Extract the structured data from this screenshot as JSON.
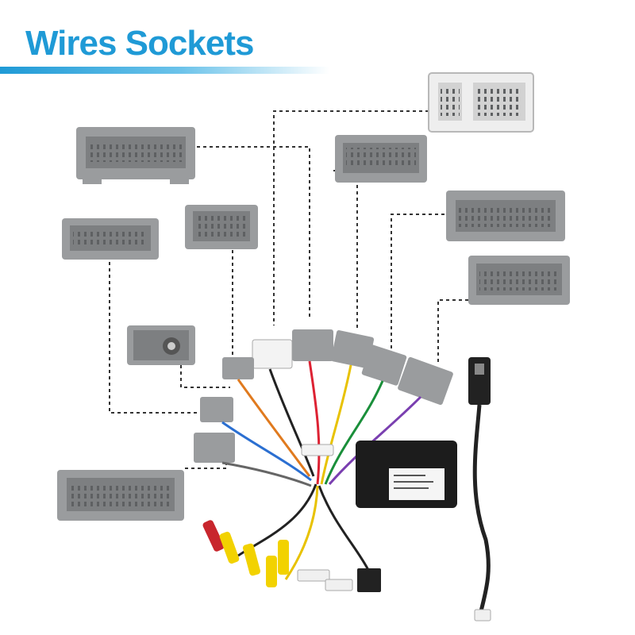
{
  "header": {
    "title": "Wires Sockets",
    "accent_color": "#1f9ad6"
  },
  "connector_color": "#9a9c9e",
  "socket_icons": [
    "connector-socket-top-right",
    "connector-socket-large-left",
    "connector-socket-mid",
    "connector-socket-right",
    "connector-socket-left",
    "connector-socket-small",
    "connector-socket-lower-right",
    "connector-socket-antenna",
    "connector-socket-bottom-left"
  ]
}
